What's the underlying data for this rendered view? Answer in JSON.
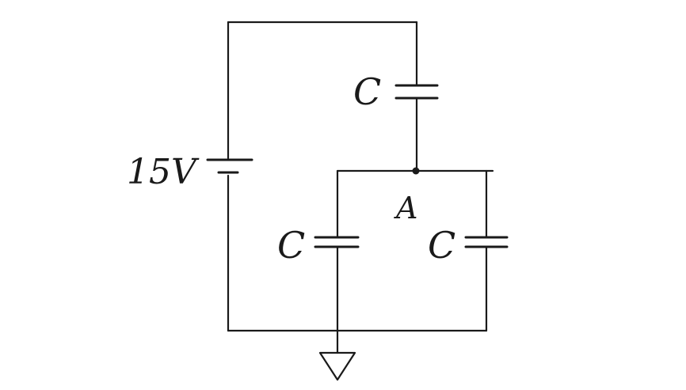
{
  "labels": {
    "battery_voltage": "15V",
    "capacitor_top": "C",
    "capacitor_left": "C",
    "capacitor_right": "C",
    "node": "A"
  },
  "colors": {
    "ink": "#1a1a1a",
    "background": "#ffffff"
  },
  "icons": {
    "ground": "ground-symbol"
  }
}
